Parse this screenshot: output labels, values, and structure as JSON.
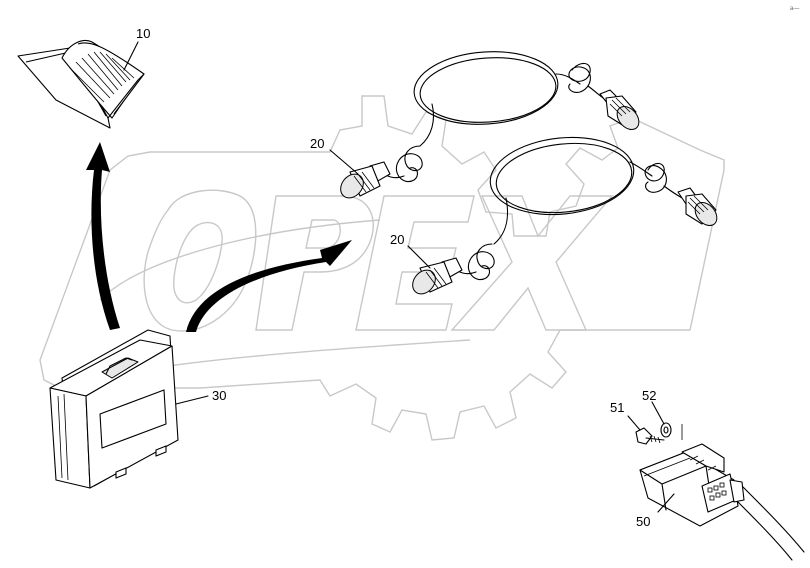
{
  "watermark": {
    "text": "OPEX"
  },
  "parts": [
    {
      "id": "manual",
      "label": "10"
    },
    {
      "id": "cable-upper",
      "label": "20"
    },
    {
      "id": "cable-lower",
      "label": "20"
    },
    {
      "id": "case",
      "label": "30"
    },
    {
      "id": "screw",
      "label": "51"
    },
    {
      "id": "washer",
      "label": "52"
    },
    {
      "id": "connector",
      "label": "50"
    }
  ],
  "corner_mark": "a—"
}
